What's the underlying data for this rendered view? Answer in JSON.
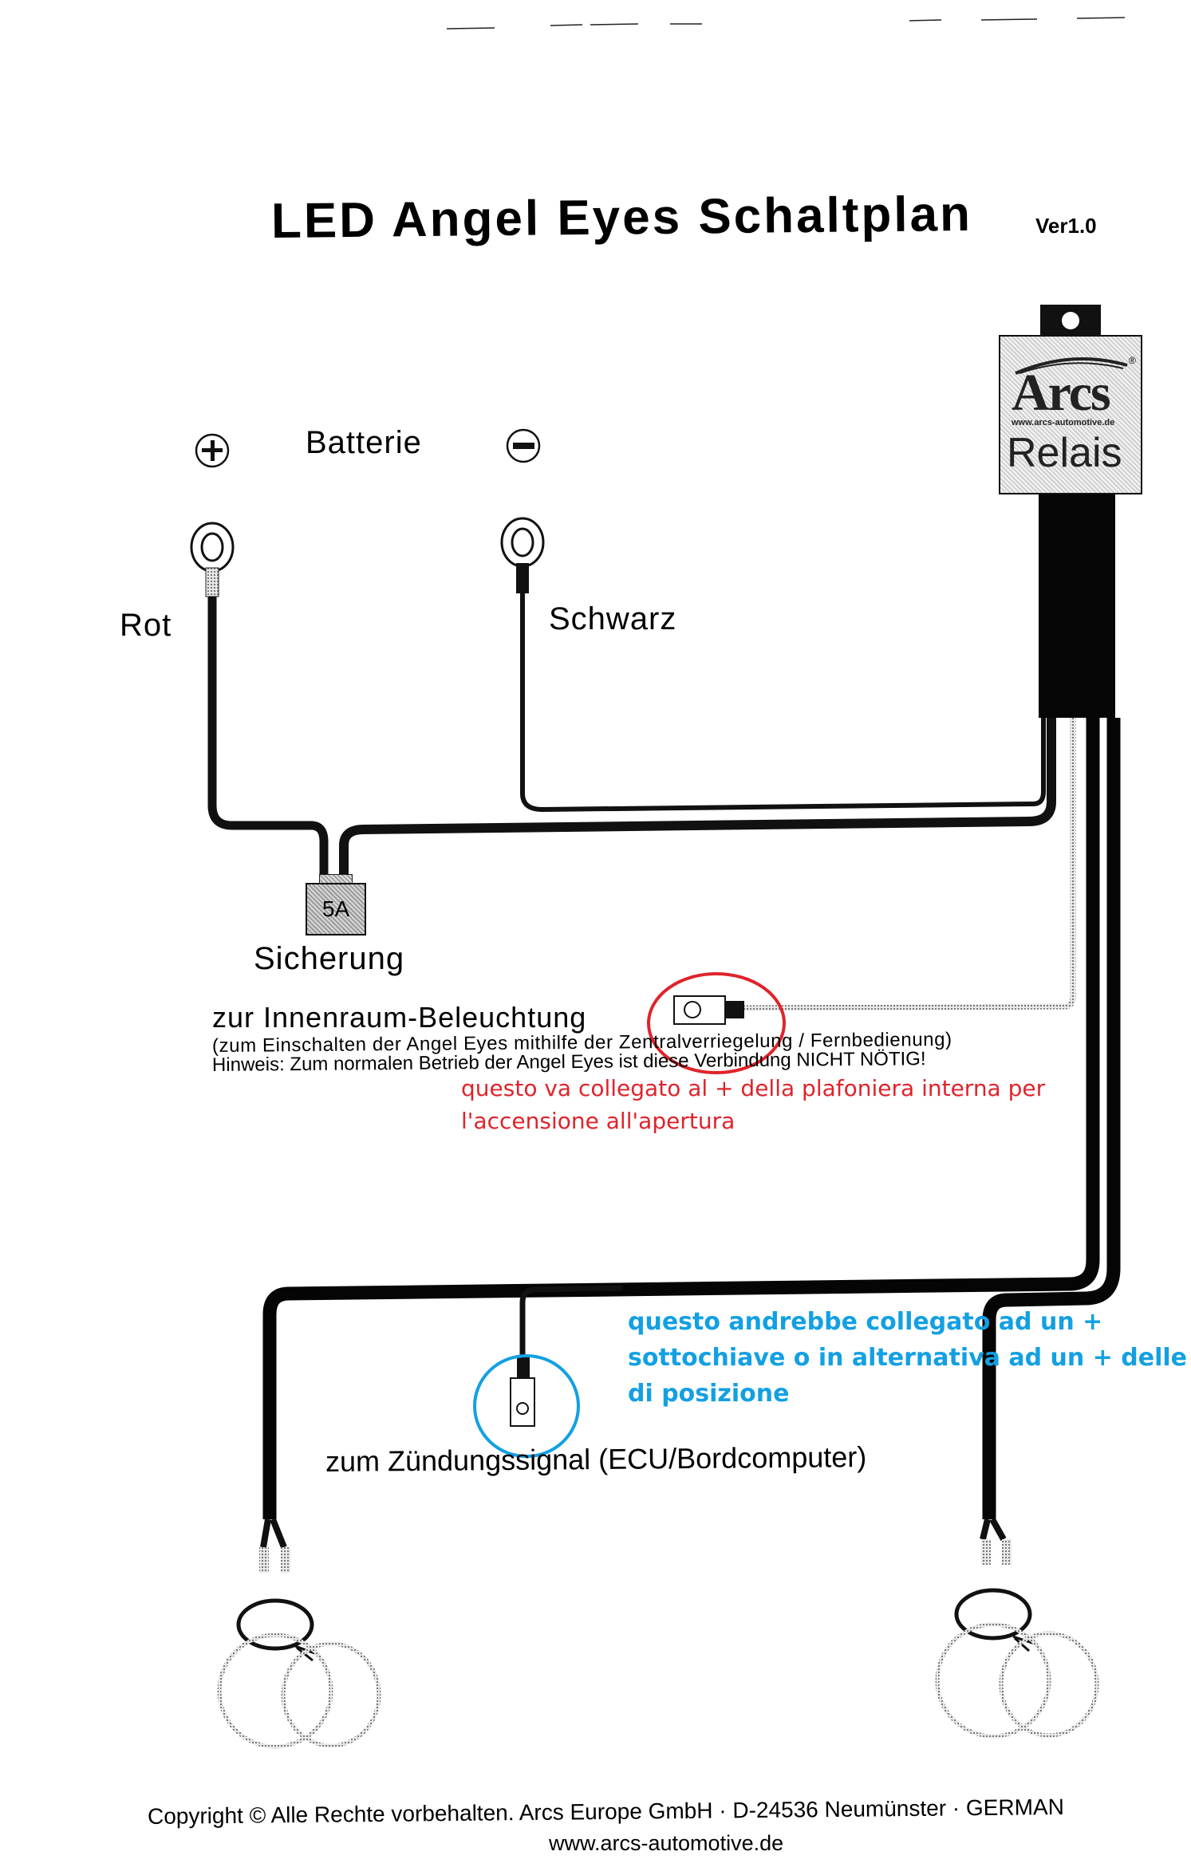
{
  "header": {
    "title": "LED Angel Eyes Schaltplan",
    "version": "Ver1.0"
  },
  "battery": {
    "label": "Batterie",
    "plus_icon": "plus-circle-icon",
    "minus_icon": "minus-circle-icon",
    "positive_wire_label": "Rot",
    "negative_wire_label": "Schwarz"
  },
  "relay": {
    "brand": "Arcs",
    "registered_mark": "®",
    "url": "www.arcs-automotive.de",
    "label": "Relais"
  },
  "fuse": {
    "rating": "5A",
    "label": "Sicherung"
  },
  "interior_light": {
    "label": "zur Innenraum-Beleuchtung",
    "note_line1": "(zum Einschalten der Angel Eyes mithilfe der Zentralverriegelung / Fernbedienung)",
    "note_line2": "Hinweis: Zum normalen Betrieb der Angel Eyes ist diese Verbindung NICHT NÖTIG!"
  },
  "ignition": {
    "label": "zum Zündungssignal (ECU/Bordcomputer)"
  },
  "annotations": {
    "red_color": "#e0232b",
    "blue_color": "#13a0e2",
    "red_note_line1": "questo va collegato al + della plafoniera interna per",
    "red_note_line2": "l'accensione all'apertura",
    "blue_note_line1": "questo andrebbe collegato ad un +",
    "blue_note_line2": "sottochiave o in alternativa ad un + delle luci",
    "blue_note_line3": "di posizione"
  },
  "footer": {
    "copyright": "Copyright © Alle Rechte vorbehalten. Arcs Europe GmbH · D-24536 Neumünster · GERMAN",
    "website": "www.arcs-automotive.de"
  }
}
